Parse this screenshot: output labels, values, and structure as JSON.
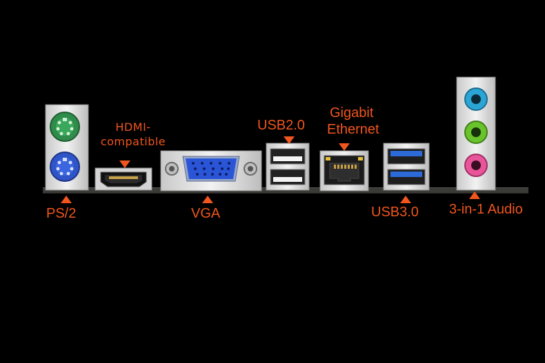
{
  "labels": {
    "ps2": "PS/2",
    "hdmi_line1": "HDMI-",
    "hdmi_line2": "compatible",
    "vga": "VGA",
    "usb2": "USB2.0",
    "ethernet_line1": "Gigabit",
    "ethernet_line2": "Ethernet",
    "usb3": "USB3.0",
    "audio": "3-in-1 Audio"
  },
  "colors": {
    "label_orange": "#f0561d",
    "ps2_keyboard": "#2f8c4a",
    "ps2_mouse": "#2f55c9",
    "vga_blue": "#2a55d6",
    "usb3_blue": "#2c6ad8",
    "audio_line_in": "#2aa5d5",
    "audio_line_out": "#69c32c",
    "audio_mic": "#e8559a"
  }
}
